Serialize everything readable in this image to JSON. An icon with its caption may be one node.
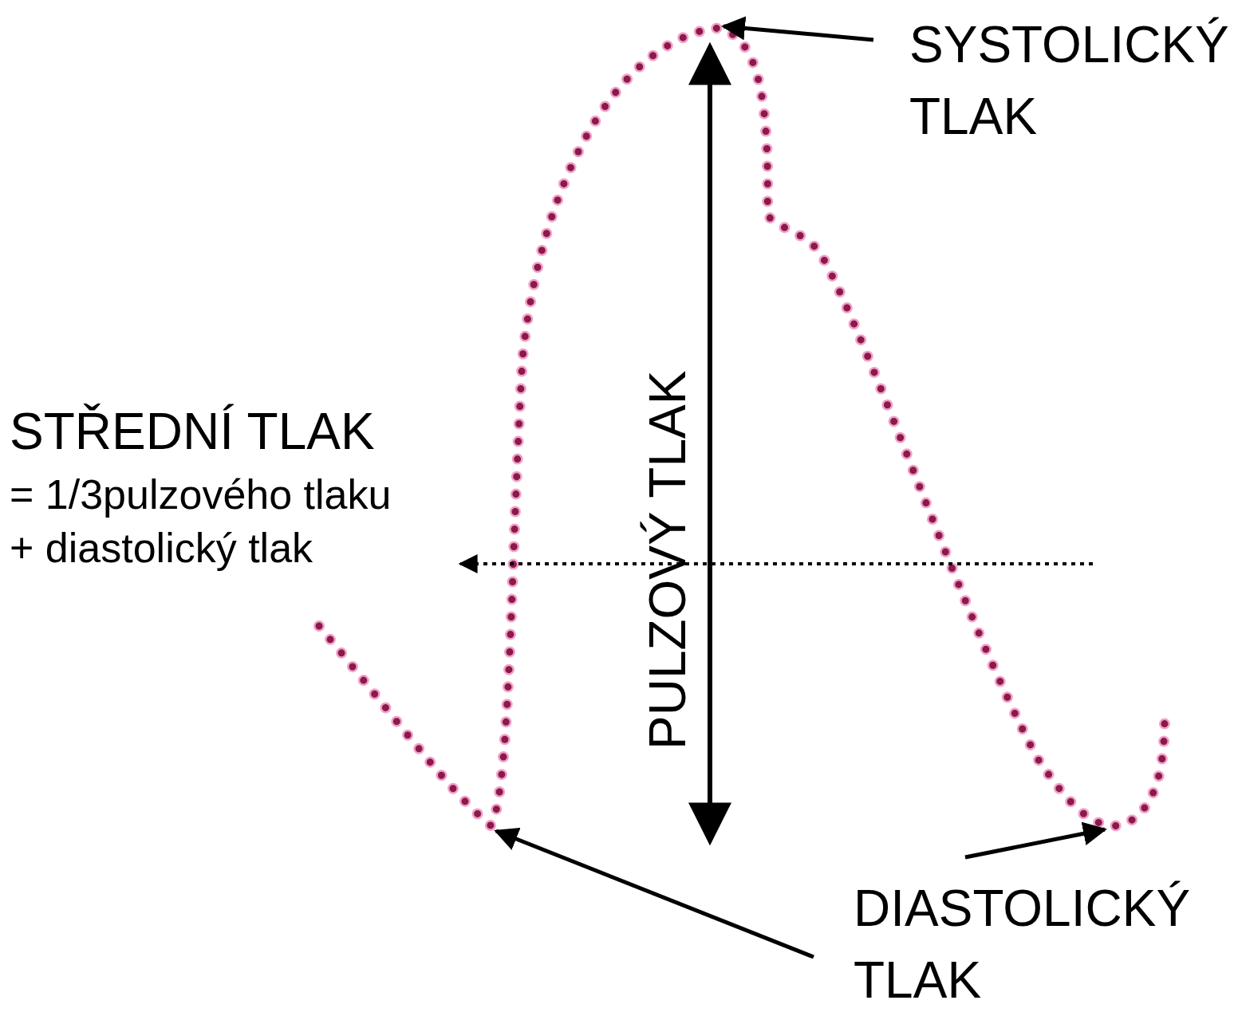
{
  "diagram": {
    "nodes": [
      {
        "text": [
          "SYSTOLICKÝ TLAK"
        ]
      },
      {
        "text": [
          "DIASTOLICKÝ TLAK"
        ]
      },
      {
        "text": [
          "STŘEDNÍ TLAK",
          "= 1/3pulzového tlaku + diastolický tlak"
        ]
      }
    ],
    "edges": [
      {
        "from": 0,
        "to": null,
        "arrow": "to"
      },
      {
        "from": 1,
        "to": null,
        "arrow": "to"
      },
      {
        "from": 1,
        "to": null,
        "arrow": "to"
      },
      {
        "from": null,
        "to": 2,
        "arrow": "to",
        "style": "dashed"
      }
    ],
    "labels": [
      "PULZOVÝ TLAK"
    ]
  }
}
